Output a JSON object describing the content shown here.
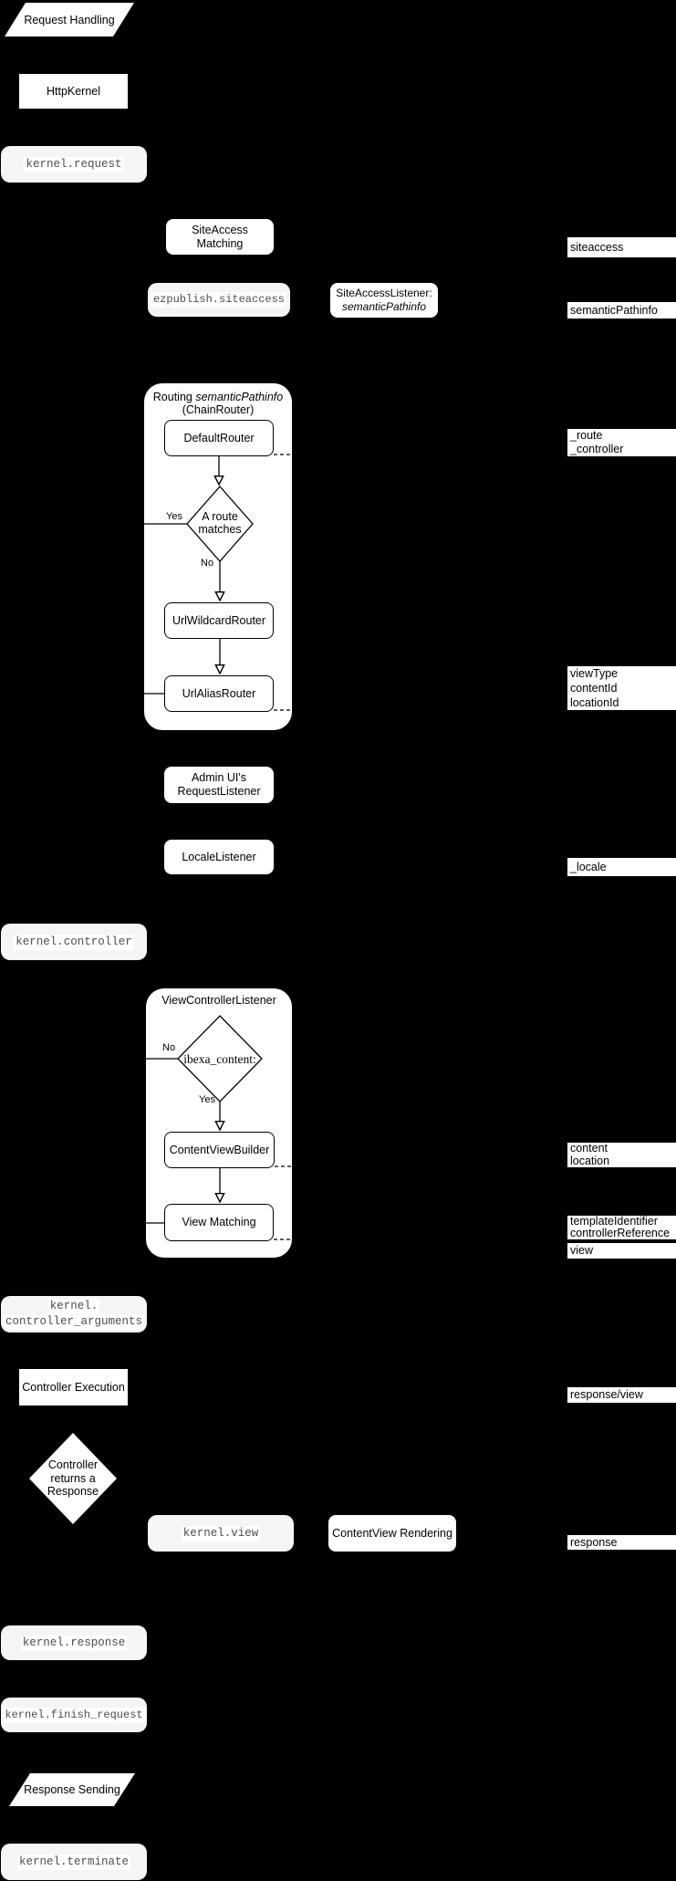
{
  "title": "Request Handling flow diagram",
  "colors": {
    "background": "#000000",
    "node_fill": "#ffffff",
    "event_fill": "#f5f5f5",
    "line": "#000000"
  },
  "nodes": {
    "request_handling": {
      "label": "Request Handling"
    },
    "http_kernel": {
      "label": "HttpKernel"
    },
    "kernel_request": {
      "label": "kernel.request"
    },
    "siteaccess_matching": {
      "label": "SiteAccess Matching"
    },
    "ezpublish_siteaccess": {
      "label": "ezpublish.siteaccess"
    },
    "siteaccess_listener": {
      "line1": "SiteAccessListener:",
      "line2": "semanticPathinfo"
    },
    "routing": {
      "title_prefix": "Routing ",
      "title_italic": "semanticPathinfo",
      "title_line2": "(ChainRouter)"
    },
    "default_router": {
      "label": "DefaultRouter"
    },
    "route_matches": {
      "line1": "A route",
      "line2": "matches",
      "yes": "Yes",
      "no": "No"
    },
    "url_wildcard_router": {
      "label": "UrlWildcardRouter"
    },
    "url_alias_router": {
      "label": "UrlAliasRouter"
    },
    "admin_request_listener": {
      "line1": "Admin UI's",
      "line2": "RequestListener"
    },
    "locale_listener": {
      "label": "LocaleListener"
    },
    "kernel_controller": {
      "label": "kernel.controller"
    },
    "view_controller_listener": {
      "title": "ViewControllerListener"
    },
    "ibexa_content": {
      "label": "ibexa_content:",
      "yes": "Yes",
      "no": "No"
    },
    "content_view_builder": {
      "label": "ContentViewBuilder"
    },
    "view_matching": {
      "label": "View Matching"
    },
    "kernel_controller_arguments": {
      "line1": "kernel.",
      "line2": "controller_arguments"
    },
    "controller_execution": {
      "label": "Controller Execution"
    },
    "controller_returns_response": {
      "line1": "Controller",
      "line2": "returns a",
      "line3": "Response"
    },
    "kernel_view": {
      "label": "kernel.view"
    },
    "contentview_rendering": {
      "label": "ContentView Rendering"
    },
    "kernel_response": {
      "label": "kernel.response"
    },
    "kernel_finish_request": {
      "label": "kernel.finish_request"
    },
    "response_sending": {
      "label": "Response Sending"
    },
    "kernel_terminate": {
      "label": "kernel.terminate"
    }
  },
  "side_labels": {
    "siteaccess": "siteaccess",
    "semantic_pathinfo": "semanticPathinfo",
    "route_controller": [
      "_route",
      "_controller"
    ],
    "view_params": [
      "viewType",
      "contentId",
      "locationId"
    ],
    "locale": "_locale",
    "content_location": [
      "content",
      "location"
    ],
    "template_controller": [
      "templateIdentifier",
      "controllerReference"
    ],
    "view": "view",
    "response_view": "response/view",
    "response": "response"
  }
}
